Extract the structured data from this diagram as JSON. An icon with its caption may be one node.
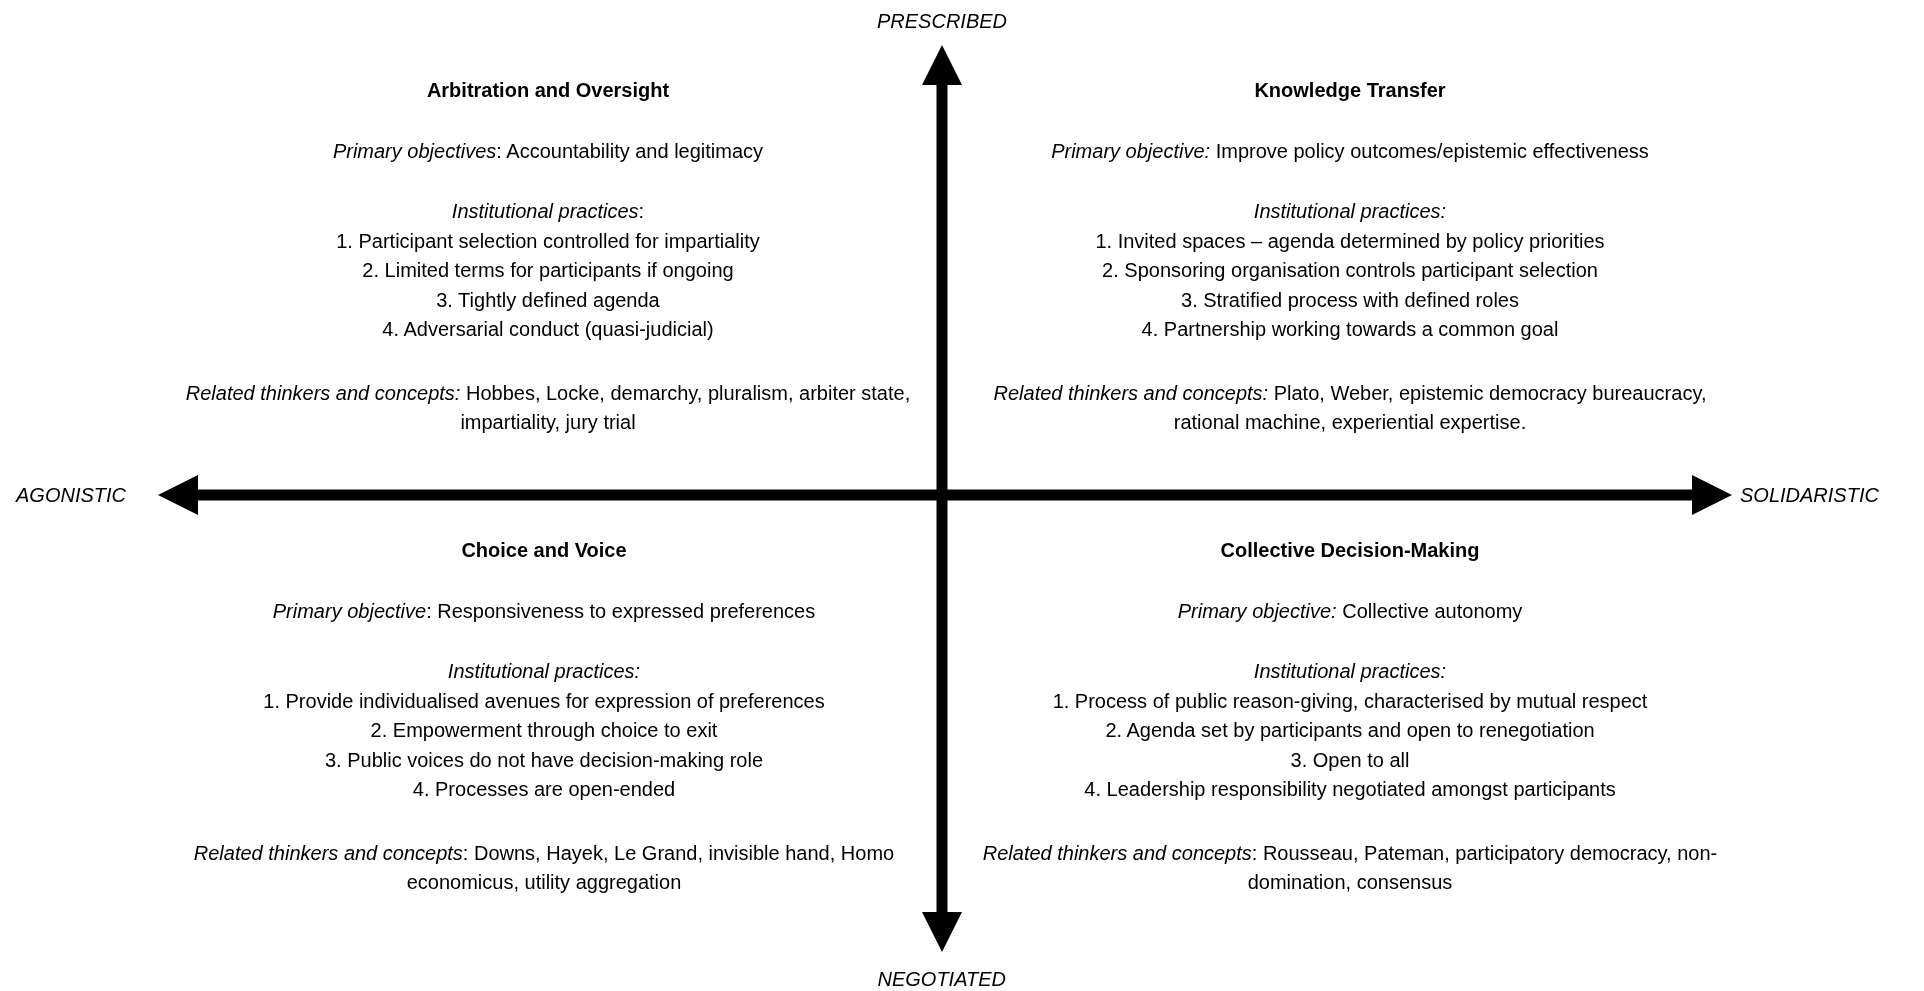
{
  "diagram": {
    "labels": [
      "PRESCRIBED",
      "Arbitration and Oversight",
      "*Primary objectives*: Accountability and legitimacy",
      "*Institutional practices*:",
      "1. Participant selection controlled for impartiality",
      "2. Limited terms for participants if ongoing",
      "3. Tightly defined agenda",
      "4. Adversarial conduct (quasi-judicial)",
      "*Related thinkers and concepts:* Hobbes, Locke, demarchy, pluralism, arbiter state, impartiality, jury trial",
      "Knowledge Transfer",
      "*Primary objective:* Improve policy outcomes/epistemic effectiveness",
      "*Institutional practices:*",
      "1. Invited spaces – agenda determined by policy priorities",
      "2. Sponsoring organisation controls participant selection",
      "3. Stratified process with defined roles",
      "4. Partnership working towards a common goal",
      "*Related thinkers and concepts:* Plato, Weber, epistemic democracy bureaucracy, rational machine, experiential expertise.",
      "AGONISTIC",
      "SOLIDARISTIC",
      "Choice and Voice",
      "*Primary objective*: Responsiveness to expressed preferences",
      "*Institutional practices:*",
      "1. Provide individualised avenues for expression of preferences",
      "2. Empowerment through choice to exit",
      "3. Public voices do not have decision-making role",
      "4. Processes are open-ended",
      "*Related thinkers and concepts*: Downs, Hayek, Le Grand, invisible hand, Homo economicus, utility aggregation",
      "Collective Decision-Making",
      "*Primary objective:* Collective autonomy",
      "*Institutional practices:*",
      "1. Process of public reason-giving, characterised by mutual respect",
      "2. Agenda set by participants and open to renegotiation",
      "3. Open to all",
      "4. Leadership responsibility negotiated amongst participants",
      "*Related thinkers and concepts*: Rousseau, Pateman, participatory democracy, non-domination, consensus",
      "NEGOTIATED"
    ]
  }
}
